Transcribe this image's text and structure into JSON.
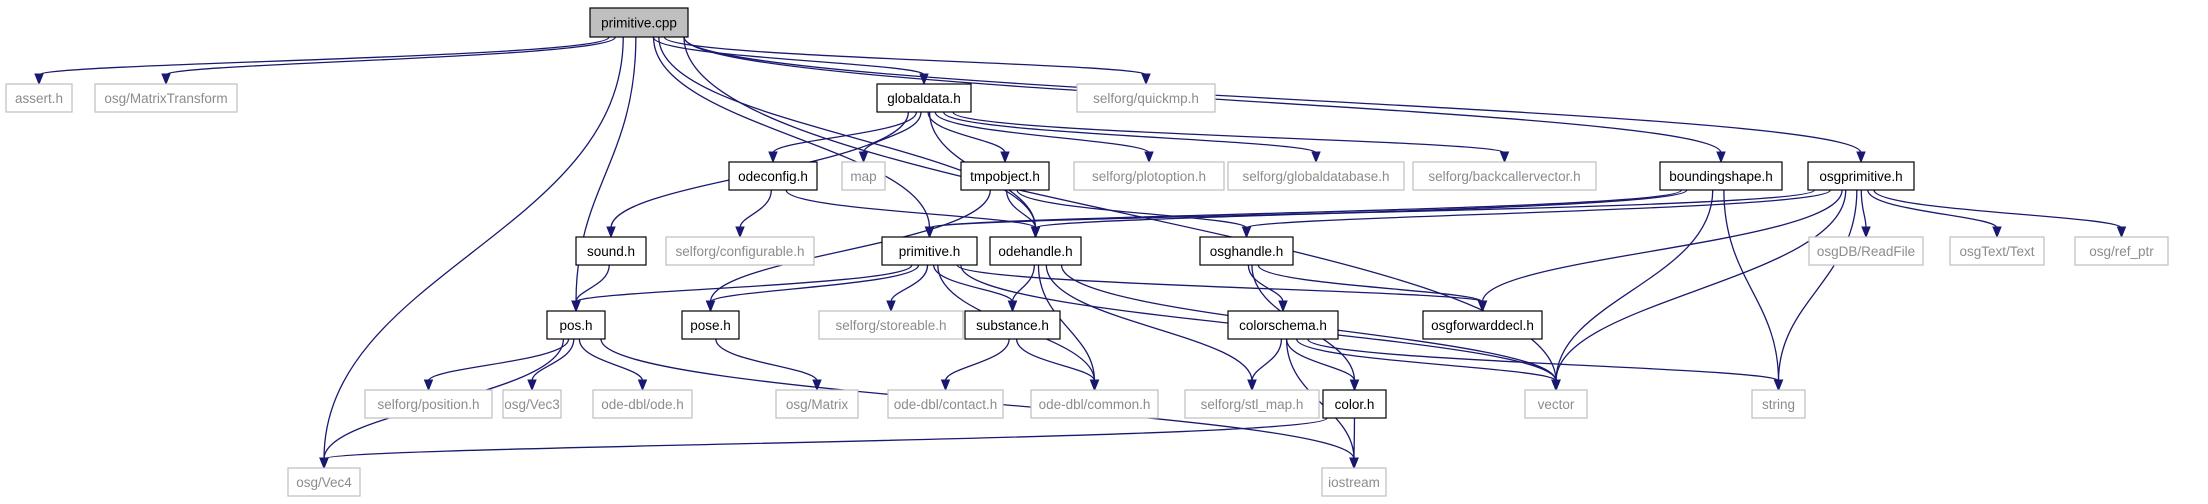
{
  "colors": {
    "edge": "#191970",
    "root_fill": "#bfbfbf",
    "external_border": "#bfbfbf",
    "external_text": "#8c8c8c"
  },
  "nodes": [
    {
      "id": "primitive_cpp",
      "label": "primitive.cpp",
      "kind": "root"
    },
    {
      "id": "assert_h",
      "label": "assert.h",
      "kind": "external"
    },
    {
      "id": "osg_matrixtransform",
      "label": "osg/MatrixTransform",
      "kind": "external"
    },
    {
      "id": "globaldata_h",
      "label": "globaldata.h",
      "kind": "local"
    },
    {
      "id": "selforg_quickmp",
      "label": "selforg/quickmp.h",
      "kind": "external"
    },
    {
      "id": "odeconfig_h",
      "label": "odeconfig.h",
      "kind": "local"
    },
    {
      "id": "map",
      "label": "map",
      "kind": "external"
    },
    {
      "id": "tmpobject_h",
      "label": "tmpobject.h",
      "kind": "local"
    },
    {
      "id": "selforg_plotoption",
      "label": "selforg/plotoption.h",
      "kind": "external"
    },
    {
      "id": "selforg_globaldatabase",
      "label": "selforg/globaldatabase.h",
      "kind": "external"
    },
    {
      "id": "selforg_backcallervector",
      "label": "selforg/backcallervector.h",
      "kind": "external"
    },
    {
      "id": "boundingshape_h",
      "label": "boundingshape.h",
      "kind": "local"
    },
    {
      "id": "osgprimitive_h",
      "label": "osgprimitive.h",
      "kind": "local"
    },
    {
      "id": "sound_h",
      "label": "sound.h",
      "kind": "local"
    },
    {
      "id": "selforg_configurable",
      "label": "selforg/configurable.h",
      "kind": "external"
    },
    {
      "id": "primitive_h",
      "label": "primitive.h",
      "kind": "local"
    },
    {
      "id": "odehandle_h",
      "label": "odehandle.h",
      "kind": "local"
    },
    {
      "id": "osghandle_h",
      "label": "osghandle.h",
      "kind": "local"
    },
    {
      "id": "osgdb_readfile",
      "label": "osgDB/ReadFile",
      "kind": "external"
    },
    {
      "id": "osgtext_text",
      "label": "osgText/Text",
      "kind": "external"
    },
    {
      "id": "osg_ref_ptr",
      "label": "osg/ref_ptr",
      "kind": "external"
    },
    {
      "id": "pos_h",
      "label": "pos.h",
      "kind": "local"
    },
    {
      "id": "pose_h",
      "label": "pose.h",
      "kind": "local"
    },
    {
      "id": "selforg_storeable",
      "label": "selforg/storeable.h",
      "kind": "external"
    },
    {
      "id": "substance_h",
      "label": "substance.h",
      "kind": "local"
    },
    {
      "id": "colorschema_h",
      "label": "colorschema.h",
      "kind": "local"
    },
    {
      "id": "osgforwarddecl_h",
      "label": "osgforwarddecl.h",
      "kind": "local"
    },
    {
      "id": "selforg_position",
      "label": "selforg/position.h",
      "kind": "external"
    },
    {
      "id": "osg_vec3",
      "label": "osg/Vec3",
      "kind": "external"
    },
    {
      "id": "ode_dbl_ode",
      "label": "ode-dbl/ode.h",
      "kind": "external"
    },
    {
      "id": "osg_matrix",
      "label": "osg/Matrix",
      "kind": "external"
    },
    {
      "id": "ode_dbl_contact",
      "label": "ode-dbl/contact.h",
      "kind": "external"
    },
    {
      "id": "ode_dbl_common",
      "label": "ode-dbl/common.h",
      "kind": "external"
    },
    {
      "id": "selforg_stl_map",
      "label": "selforg/stl_map.h",
      "kind": "external"
    },
    {
      "id": "color_h",
      "label": "color.h",
      "kind": "local"
    },
    {
      "id": "vector",
      "label": "vector",
      "kind": "external"
    },
    {
      "id": "string",
      "label": "string",
      "kind": "external"
    },
    {
      "id": "osg_vec4",
      "label": "osg/Vec4",
      "kind": "external"
    },
    {
      "id": "iostream",
      "label": "iostream",
      "kind": "external"
    }
  ],
  "edges": [
    [
      "primitive_cpp",
      "assert_h"
    ],
    [
      "primitive_cpp",
      "osg_matrixtransform"
    ],
    [
      "primitive_cpp",
      "globaldata_h"
    ],
    [
      "primitive_cpp",
      "selforg_quickmp"
    ],
    [
      "primitive_cpp",
      "boundingshape_h"
    ],
    [
      "primitive_cpp",
      "osgprimitive_h"
    ],
    [
      "primitive_cpp",
      "primitive_h"
    ],
    [
      "primitive_cpp",
      "odehandle_h"
    ],
    [
      "primitive_cpp",
      "pos_h"
    ],
    [
      "primitive_cpp",
      "osg_vec4"
    ],
    [
      "primitive_cpp",
      "vector"
    ],
    [
      "globaldata_h",
      "odeconfig_h"
    ],
    [
      "globaldata_h",
      "map"
    ],
    [
      "globaldata_h",
      "tmpobject_h"
    ],
    [
      "globaldata_h",
      "selforg_plotoption"
    ],
    [
      "globaldata_h",
      "selforg_globaldatabase"
    ],
    [
      "globaldata_h",
      "selforg_backcallervector"
    ],
    [
      "globaldata_h",
      "sound_h"
    ],
    [
      "globaldata_h",
      "odehandle_h"
    ],
    [
      "odeconfig_h",
      "selforg_configurable"
    ],
    [
      "odeconfig_h",
      "odehandle_h"
    ],
    [
      "tmpobject_h",
      "odehandle_h"
    ],
    [
      "tmpobject_h",
      "osghandle_h"
    ],
    [
      "tmpobject_h",
      "pose_h"
    ],
    [
      "boundingshape_h",
      "primitive_h"
    ],
    [
      "boundingshape_h",
      "odehandle_h"
    ],
    [
      "boundingshape_h",
      "vector"
    ],
    [
      "boundingshape_h",
      "string"
    ],
    [
      "osgprimitive_h",
      "osgdb_readfile"
    ],
    [
      "osgprimitive_h",
      "osgtext_text"
    ],
    [
      "osgprimitive_h",
      "osg_ref_ptr"
    ],
    [
      "osgprimitive_h",
      "osghandle_h"
    ],
    [
      "osgprimitive_h",
      "primitive_h"
    ],
    [
      "osgprimitive_h",
      "osgforwarddecl_h"
    ],
    [
      "osgprimitive_h",
      "vector"
    ],
    [
      "osgprimitive_h",
      "string"
    ],
    [
      "sound_h",
      "pos_h"
    ],
    [
      "primitive_h",
      "pos_h"
    ],
    [
      "primitive_h",
      "pose_h"
    ],
    [
      "primitive_h",
      "selforg_storeable"
    ],
    [
      "primitive_h",
      "substance_h"
    ],
    [
      "primitive_h",
      "osgforwarddecl_h"
    ],
    [
      "primitive_h",
      "ode_dbl_common"
    ],
    [
      "primitive_h",
      "vector"
    ],
    [
      "odehandle_h",
      "substance_h"
    ],
    [
      "odehandle_h",
      "ode_dbl_common"
    ],
    [
      "odehandle_h",
      "selforg_stl_map"
    ],
    [
      "odehandle_h",
      "vector"
    ],
    [
      "osghandle_h",
      "colorschema_h"
    ],
    [
      "osghandle_h",
      "osgforwarddecl_h"
    ],
    [
      "osghandle_h",
      "color_h"
    ],
    [
      "pos_h",
      "selforg_position"
    ],
    [
      "pos_h",
      "osg_vec3"
    ],
    [
      "pos_h",
      "ode_dbl_ode"
    ],
    [
      "pos_h",
      "osg_vec4"
    ],
    [
      "pos_h",
      "iostream"
    ],
    [
      "pose_h",
      "osg_matrix"
    ],
    [
      "substance_h",
      "ode_dbl_contact"
    ],
    [
      "substance_h",
      "ode_dbl_common"
    ],
    [
      "colorschema_h",
      "selforg_stl_map"
    ],
    [
      "colorschema_h",
      "color_h"
    ],
    [
      "colorschema_h",
      "vector"
    ],
    [
      "colorschema_h",
      "string"
    ],
    [
      "colorschema_h",
      "iostream"
    ],
    [
      "color_h",
      "osg_vec4"
    ],
    [
      "color_h",
      "iostream"
    ]
  ]
}
